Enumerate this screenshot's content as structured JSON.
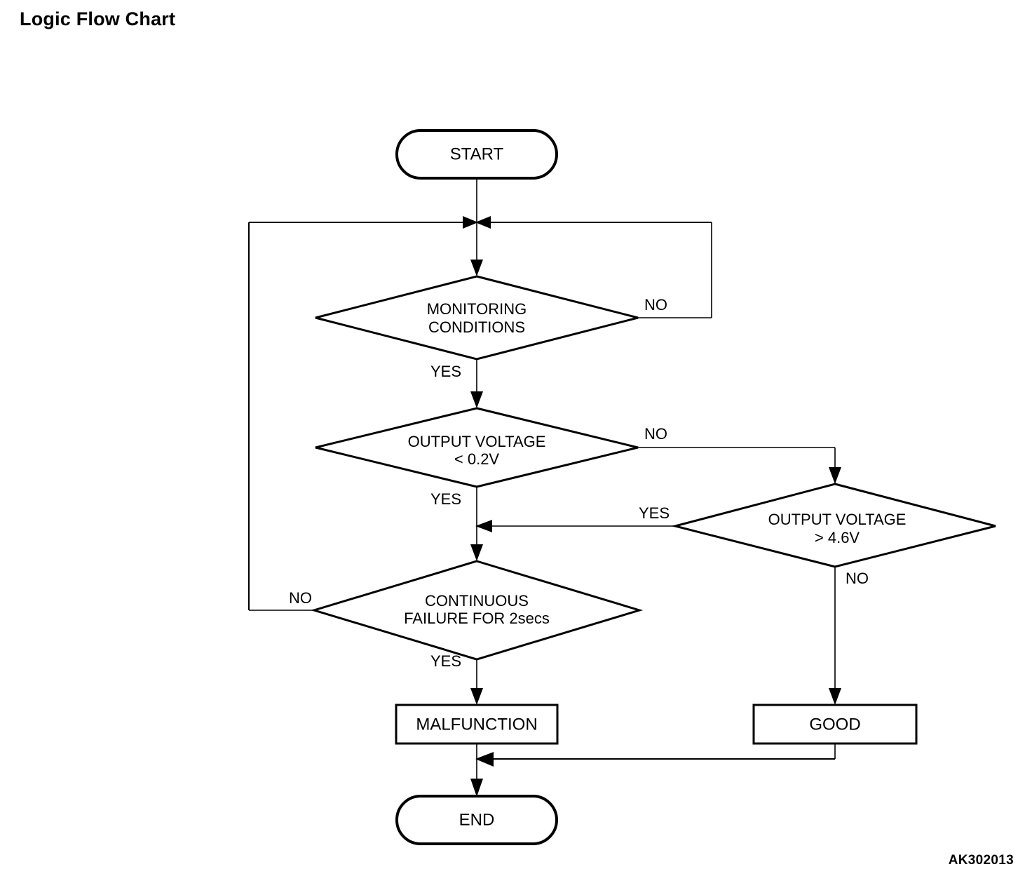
{
  "page": {
    "title": "Logic Flow Chart",
    "figure_code": "AK302013",
    "background_color": "#ffffff",
    "line_color": "#000000"
  },
  "chart_data": {
    "type": "diagram",
    "diagram_kind": "flowchart",
    "title": "Logic Flow Chart",
    "nodes": [
      {
        "id": "start",
        "shape": "terminator",
        "label": "START"
      },
      {
        "id": "monitoring",
        "shape": "decision",
        "label_line1": "MONITORING",
        "label_line2": "CONDITIONS"
      },
      {
        "id": "voltage_low",
        "shape": "decision",
        "label_line1": "OUTPUT VOLTAGE",
        "label_line2": "< 0.2V"
      },
      {
        "id": "voltage_high",
        "shape": "decision",
        "label_line1": "OUTPUT VOLTAGE",
        "label_line2": "> 4.6V"
      },
      {
        "id": "continuous_failure",
        "shape": "decision",
        "label_line1": "CONTINUOUS",
        "label_line2": "FAILURE FOR 2secs"
      },
      {
        "id": "malfunction",
        "shape": "process",
        "label": "MALFUNCTION"
      },
      {
        "id": "good",
        "shape": "process",
        "label": "GOOD"
      },
      {
        "id": "end",
        "shape": "terminator",
        "label": "END"
      }
    ],
    "edges": [
      {
        "from": "start",
        "to": "monitoring",
        "label": ""
      },
      {
        "from": "monitoring",
        "to": "voltage_low",
        "label": "YES"
      },
      {
        "from": "monitoring",
        "to": "start_junction",
        "label": "NO"
      },
      {
        "from": "voltage_low",
        "to": "continuous_failure",
        "label": "YES"
      },
      {
        "from": "voltage_low",
        "to": "voltage_high",
        "label": "NO"
      },
      {
        "from": "voltage_high",
        "to": "continuous_failure",
        "label": "YES"
      },
      {
        "from": "voltage_high",
        "to": "good",
        "label": "NO"
      },
      {
        "from": "continuous_failure",
        "to": "malfunction",
        "label": "YES"
      },
      {
        "from": "continuous_failure",
        "to": "start_junction",
        "label": "NO"
      },
      {
        "from": "malfunction",
        "to": "end",
        "label": ""
      },
      {
        "from": "good",
        "to": "end",
        "label": ""
      }
    ]
  },
  "nodes": {
    "start": {
      "label": "START"
    },
    "monitoring": {
      "line1": "MONITORING",
      "line2": "CONDITIONS"
    },
    "voltage_low": {
      "line1": "OUTPUT VOLTAGE",
      "line2": "< 0.2V"
    },
    "voltage_high": {
      "line1": "OUTPUT VOLTAGE",
      "line2": "> 4.6V"
    },
    "continuous_failure": {
      "line1": "CONTINUOUS",
      "line2": "FAILURE FOR 2secs"
    },
    "malfunction": {
      "label": "MALFUNCTION"
    },
    "good": {
      "label": "GOOD"
    },
    "end": {
      "label": "END"
    }
  },
  "labels": {
    "monitoring_no": "NO",
    "monitoring_yes": "YES",
    "voltage_low_no": "NO",
    "voltage_low_yes": "YES",
    "voltage_high_yes": "YES",
    "voltage_high_no": "NO",
    "continuous_failure_no": "NO",
    "continuous_failure_yes": "YES"
  }
}
